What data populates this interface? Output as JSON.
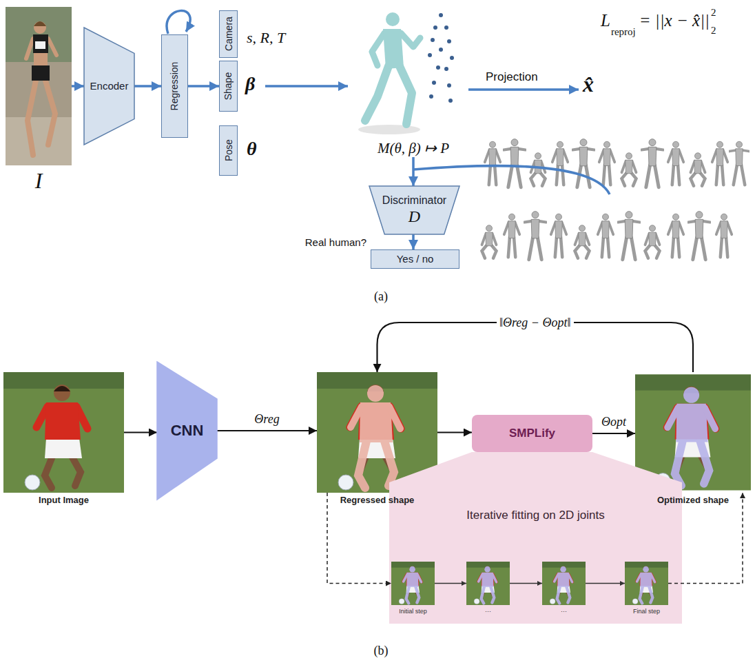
{
  "diagram": {
    "nodes": [
      {
        "text": [
          "I"
        ]
      },
      {
        "text": [
          "Encoder"
        ]
      },
      {
        "text": [
          "Regression"
        ]
      },
      {
        "text": [
          "Camera"
        ]
      },
      {
        "text": [
          "Shape"
        ]
      },
      {
        "text": [
          "Pose"
        ]
      },
      {
        "text": [
          "M(θ, β) ↦ P"
        ]
      },
      {
        "text": [
          "Discriminator",
          "D"
        ]
      },
      {
        "text": [
          "Yes / no"
        ]
      },
      {
        "text": [
          "Input Image"
        ]
      },
      {
        "text": [
          "CNN"
        ]
      },
      {
        "text": [
          "Regressed shape"
        ]
      },
      {
        "text": [
          "SMPLify"
        ]
      },
      {
        "text": [
          "Optimized shape"
        ]
      },
      {
        "text": [
          "Iterative fitting on 2D joints"
        ]
      },
      {
        "text": [
          "Initial step"
        ],
        "in": 14
      },
      {
        "text": [
          "···"
        ],
        "in": 14
      },
      {
        "text": [
          "···"
        ],
        "in": 14
      },
      {
        "text": [
          "Final step"
        ],
        "in": 14
      }
    ],
    "edges": [
      {
        "from": 0,
        "to": 1,
        "arrow": "to"
      },
      {
        "from": 1,
        "to": 2,
        "arrow": "to"
      },
      {
        "from": 2,
        "to": 4,
        "arrow": "to"
      },
      {
        "from": 4,
        "to": 6,
        "arrow": "to"
      },
      {
        "from": 6,
        "to": 7,
        "arrow": "to"
      },
      {
        "from": 7,
        "to": 8,
        "label": "Real human?",
        "arrow": "to"
      },
      {
        "from": 9,
        "to": 10,
        "arrow": "to"
      },
      {
        "from": 10,
        "to": 11,
        "label": "Θreg",
        "arrow": "to"
      },
      {
        "from": 11,
        "to": 12,
        "arrow": "to"
      },
      {
        "from": 12,
        "to": 13,
        "label": "Θopt",
        "arrow": "to"
      },
      {
        "from": 13,
        "to": 11,
        "label": "‖Θreg − Θopt‖",
        "arrow": "to"
      },
      {
        "from": 11,
        "to": 15,
        "arrow": "to"
      },
      {
        "from": 18,
        "to": 13,
        "arrow": "to"
      },
      {
        "from": 15,
        "to": 16,
        "arrow": "to"
      },
      {
        "from": 16,
        "to": 17,
        "arrow": "to"
      },
      {
        "from": 17,
        "to": 18,
        "arrow": "to"
      }
    ],
    "labels": [
      "s, R, T",
      "β",
      "θ",
      "L",
      "reproj",
      "= ||x − x̂||",
      "2",
      "2",
      "Projection",
      "x̂",
      "(a)",
      "(b)"
    ]
  }
}
